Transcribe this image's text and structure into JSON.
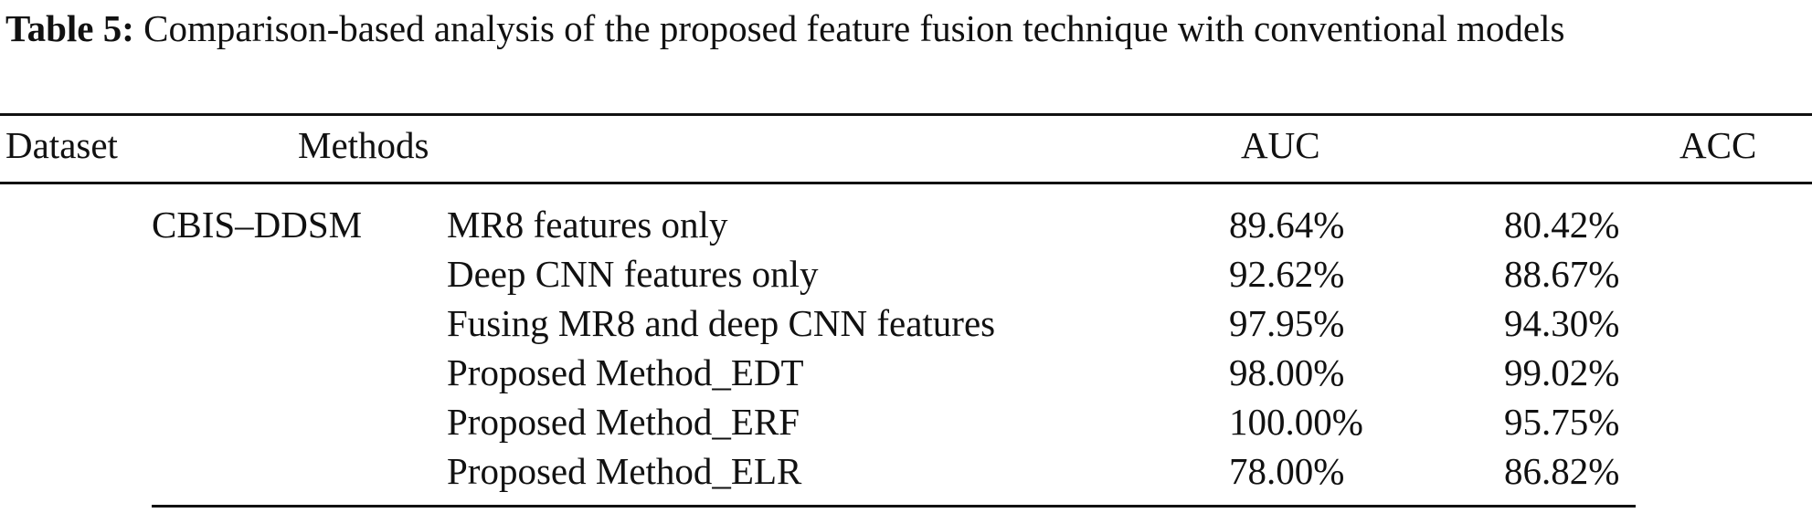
{
  "caption": {
    "label": "Table 5:",
    "text": "Comparison-based analysis of the proposed feature fusion technique with conventional models"
  },
  "table": {
    "headers": {
      "dataset": "Dataset",
      "methods": "Methods",
      "auc": "AUC",
      "acc": "ACC"
    },
    "dataset_name": "CBIS–DDSM",
    "rows": [
      {
        "method": "MR8 features only",
        "auc": "89.64%",
        "acc": "80.42%"
      },
      {
        "method": "Deep CNN features only",
        "auc": "92.62%",
        "acc": "88.67%"
      },
      {
        "method": "Fusing MR8 and deep CNN features",
        "auc": "97.95%",
        "acc": "94.30%"
      },
      {
        "method": "Proposed Method_EDT",
        "auc": "98.00%",
        "acc": "99.02%"
      },
      {
        "method": "Proposed Method_ERF",
        "auc": "100.00%",
        "acc": "95.75%"
      },
      {
        "method": "Proposed Method_ELR",
        "auc": "78.00%",
        "acc": "86.82%"
      }
    ]
  }
}
